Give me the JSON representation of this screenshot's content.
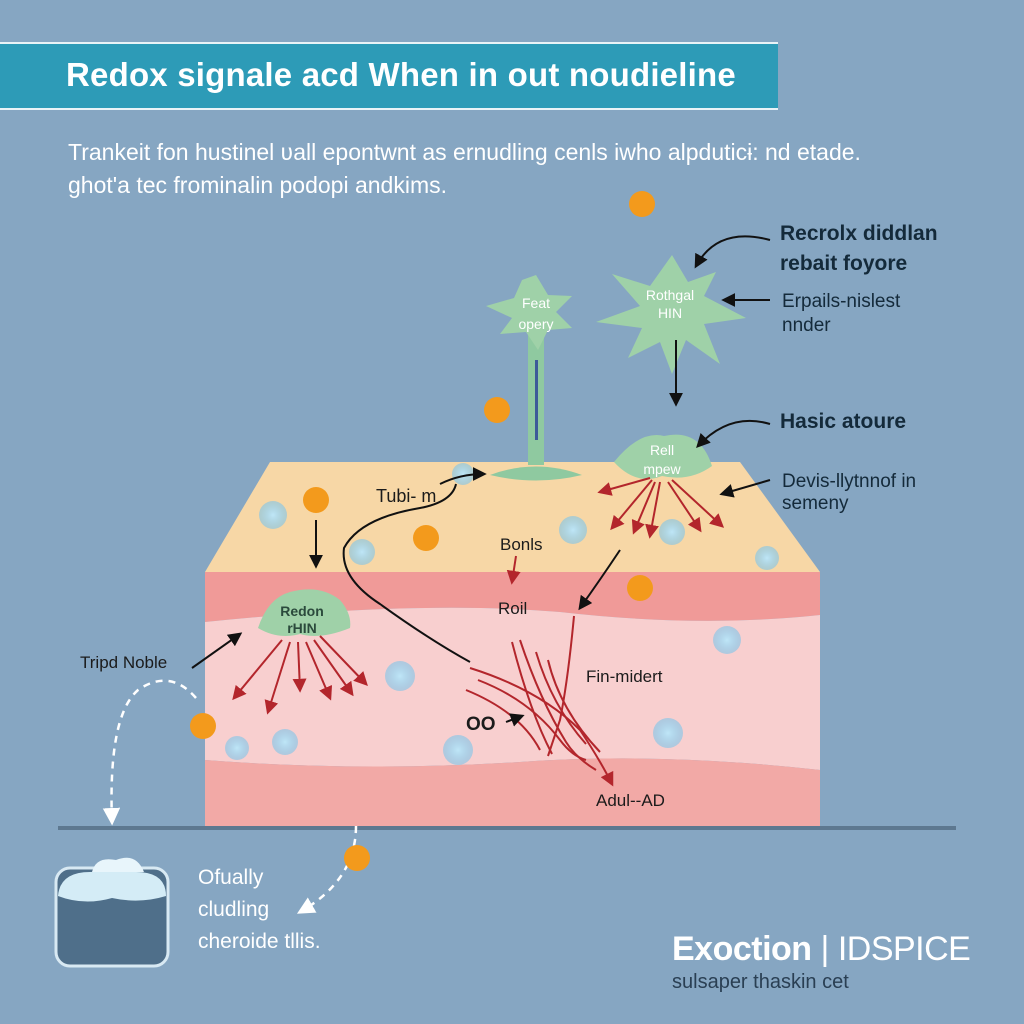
{
  "title": "Redox signale acd When in out noudieline",
  "intro": [
    "Trankeit fon hustinel ʋall epontwnt as ernudling cenls iwho alpduticɨ: nd etade.",
    "ghot'a tec frominalin podopi andkims."
  ],
  "cells": {
    "tall": [
      "Feat",
      "opery"
    ],
    "spiky": [
      "Rothgal",
      "HIN"
    ],
    "upper": [
      "Rell",
      "mpew"
    ],
    "left": [
      "Redon",
      "rHIN"
    ]
  },
  "side_labels": {
    "top_bold": [
      "Recrolx diddlan",
      "rebait foyore"
    ],
    "top_norm": [
      "Erpails-nislest",
      "nnder"
    ],
    "mid_bold": "Hasic atoure",
    "mid_norm": [
      "Devis-llytnnof in",
      "semeny"
    ]
  },
  "inner_labels": {
    "tubi": "Tubi- m",
    "bonis": "Bonls",
    "roil": "Roil",
    "fin": "Fin-midert",
    "oo": "OO",
    "adul": "Adul--AD",
    "tripd": "Tripd Noble"
  },
  "bottom_text": [
    "Ofually",
    "cludling",
    "cheroide tllis."
  ],
  "brand": {
    "name": "Exoction",
    "name2": "IDSPICE",
    "tagline": "sulsaper thaskin cet"
  },
  "colors": {
    "background": "#86a6c2",
    "banner": "#2d9bb7",
    "dot": "#f39a1c",
    "cell": "#9fd1a8",
    "arrow_red": "#b3262c"
  }
}
